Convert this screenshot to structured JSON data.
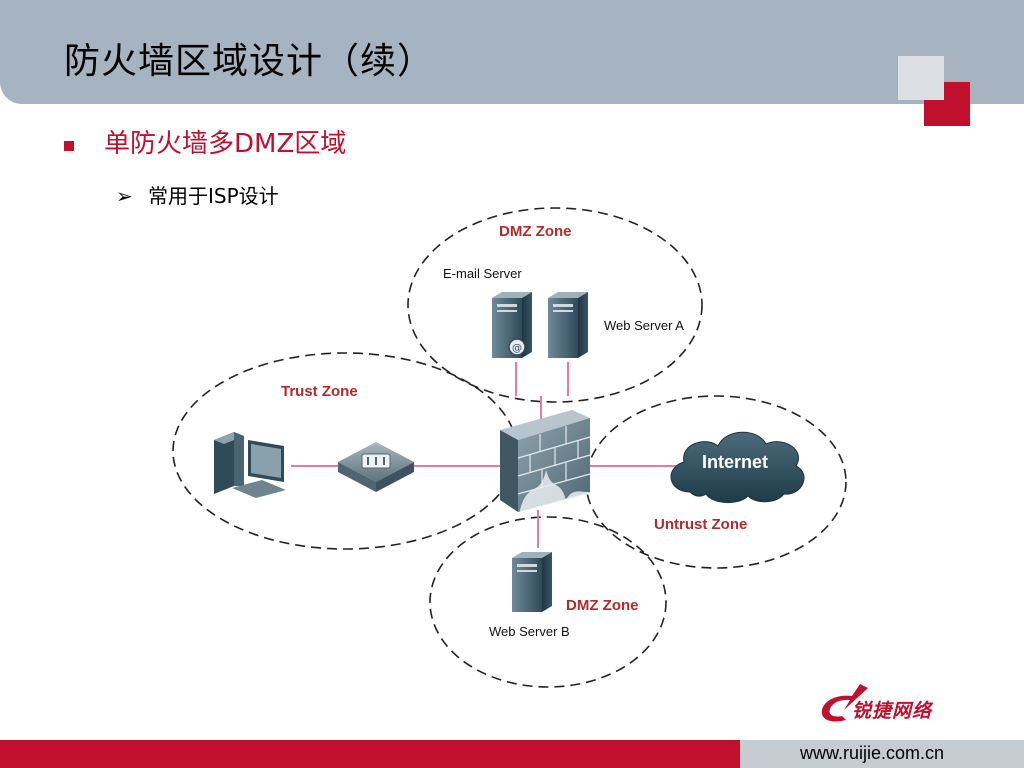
{
  "slide": {
    "title": "防火墙区域设计（续）",
    "bullet_main": "单防火墙多DMZ区域",
    "bullet_sub": "常用于ISP设计"
  },
  "diagram": {
    "zones": {
      "dmz_top": "DMZ Zone",
      "trust": "Trust Zone",
      "untrust": "Untrust Zone",
      "dmz_bottom": "DMZ Zone"
    },
    "devices": {
      "email_server": "E-mail Server",
      "web_server_a": "Web Server A",
      "web_server_b": "Web Server B",
      "internet": "Internet"
    },
    "colors": {
      "zone_label": "#b22b2b",
      "link_line": "#e87aa0",
      "server_body": "#3d5d6e",
      "cloud": "#2f4f5f",
      "accent_red": "#c0102e"
    }
  },
  "footer": {
    "url": "www.ruijie.com.cn",
    "brand": "锐捷网络"
  }
}
